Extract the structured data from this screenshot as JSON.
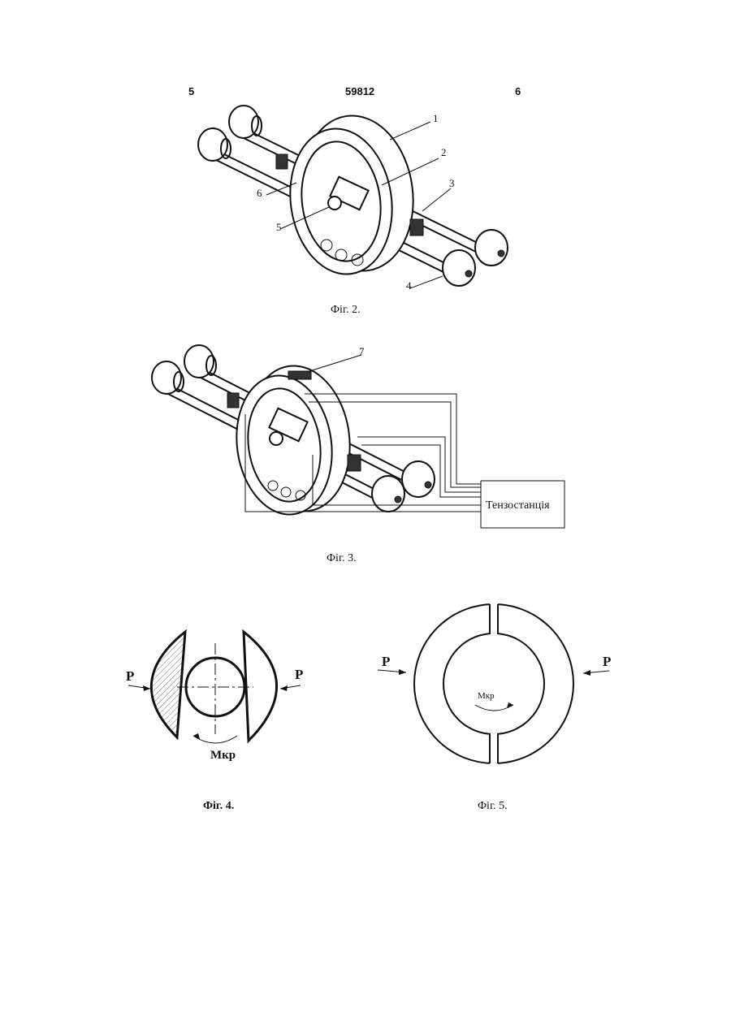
{
  "header": {
    "page_left": "5",
    "patent_number": "59812",
    "page_right": "6"
  },
  "fig2": {
    "caption": "Фіг. 2.",
    "labels": [
      "1",
      "2",
      "3",
      "4",
      "5",
      "6"
    ]
  },
  "fig3": {
    "caption": "Фіг. 3.",
    "label_7": "7",
    "box_label": "Тензостанція"
  },
  "fig4": {
    "caption": "Фіг. 4.",
    "force_left": "P",
    "force_right": "P",
    "moment": "Мкр"
  },
  "fig5": {
    "caption": "Фіг. 5.",
    "force_left": "P",
    "force_right": "P",
    "moment": "Мкр"
  }
}
